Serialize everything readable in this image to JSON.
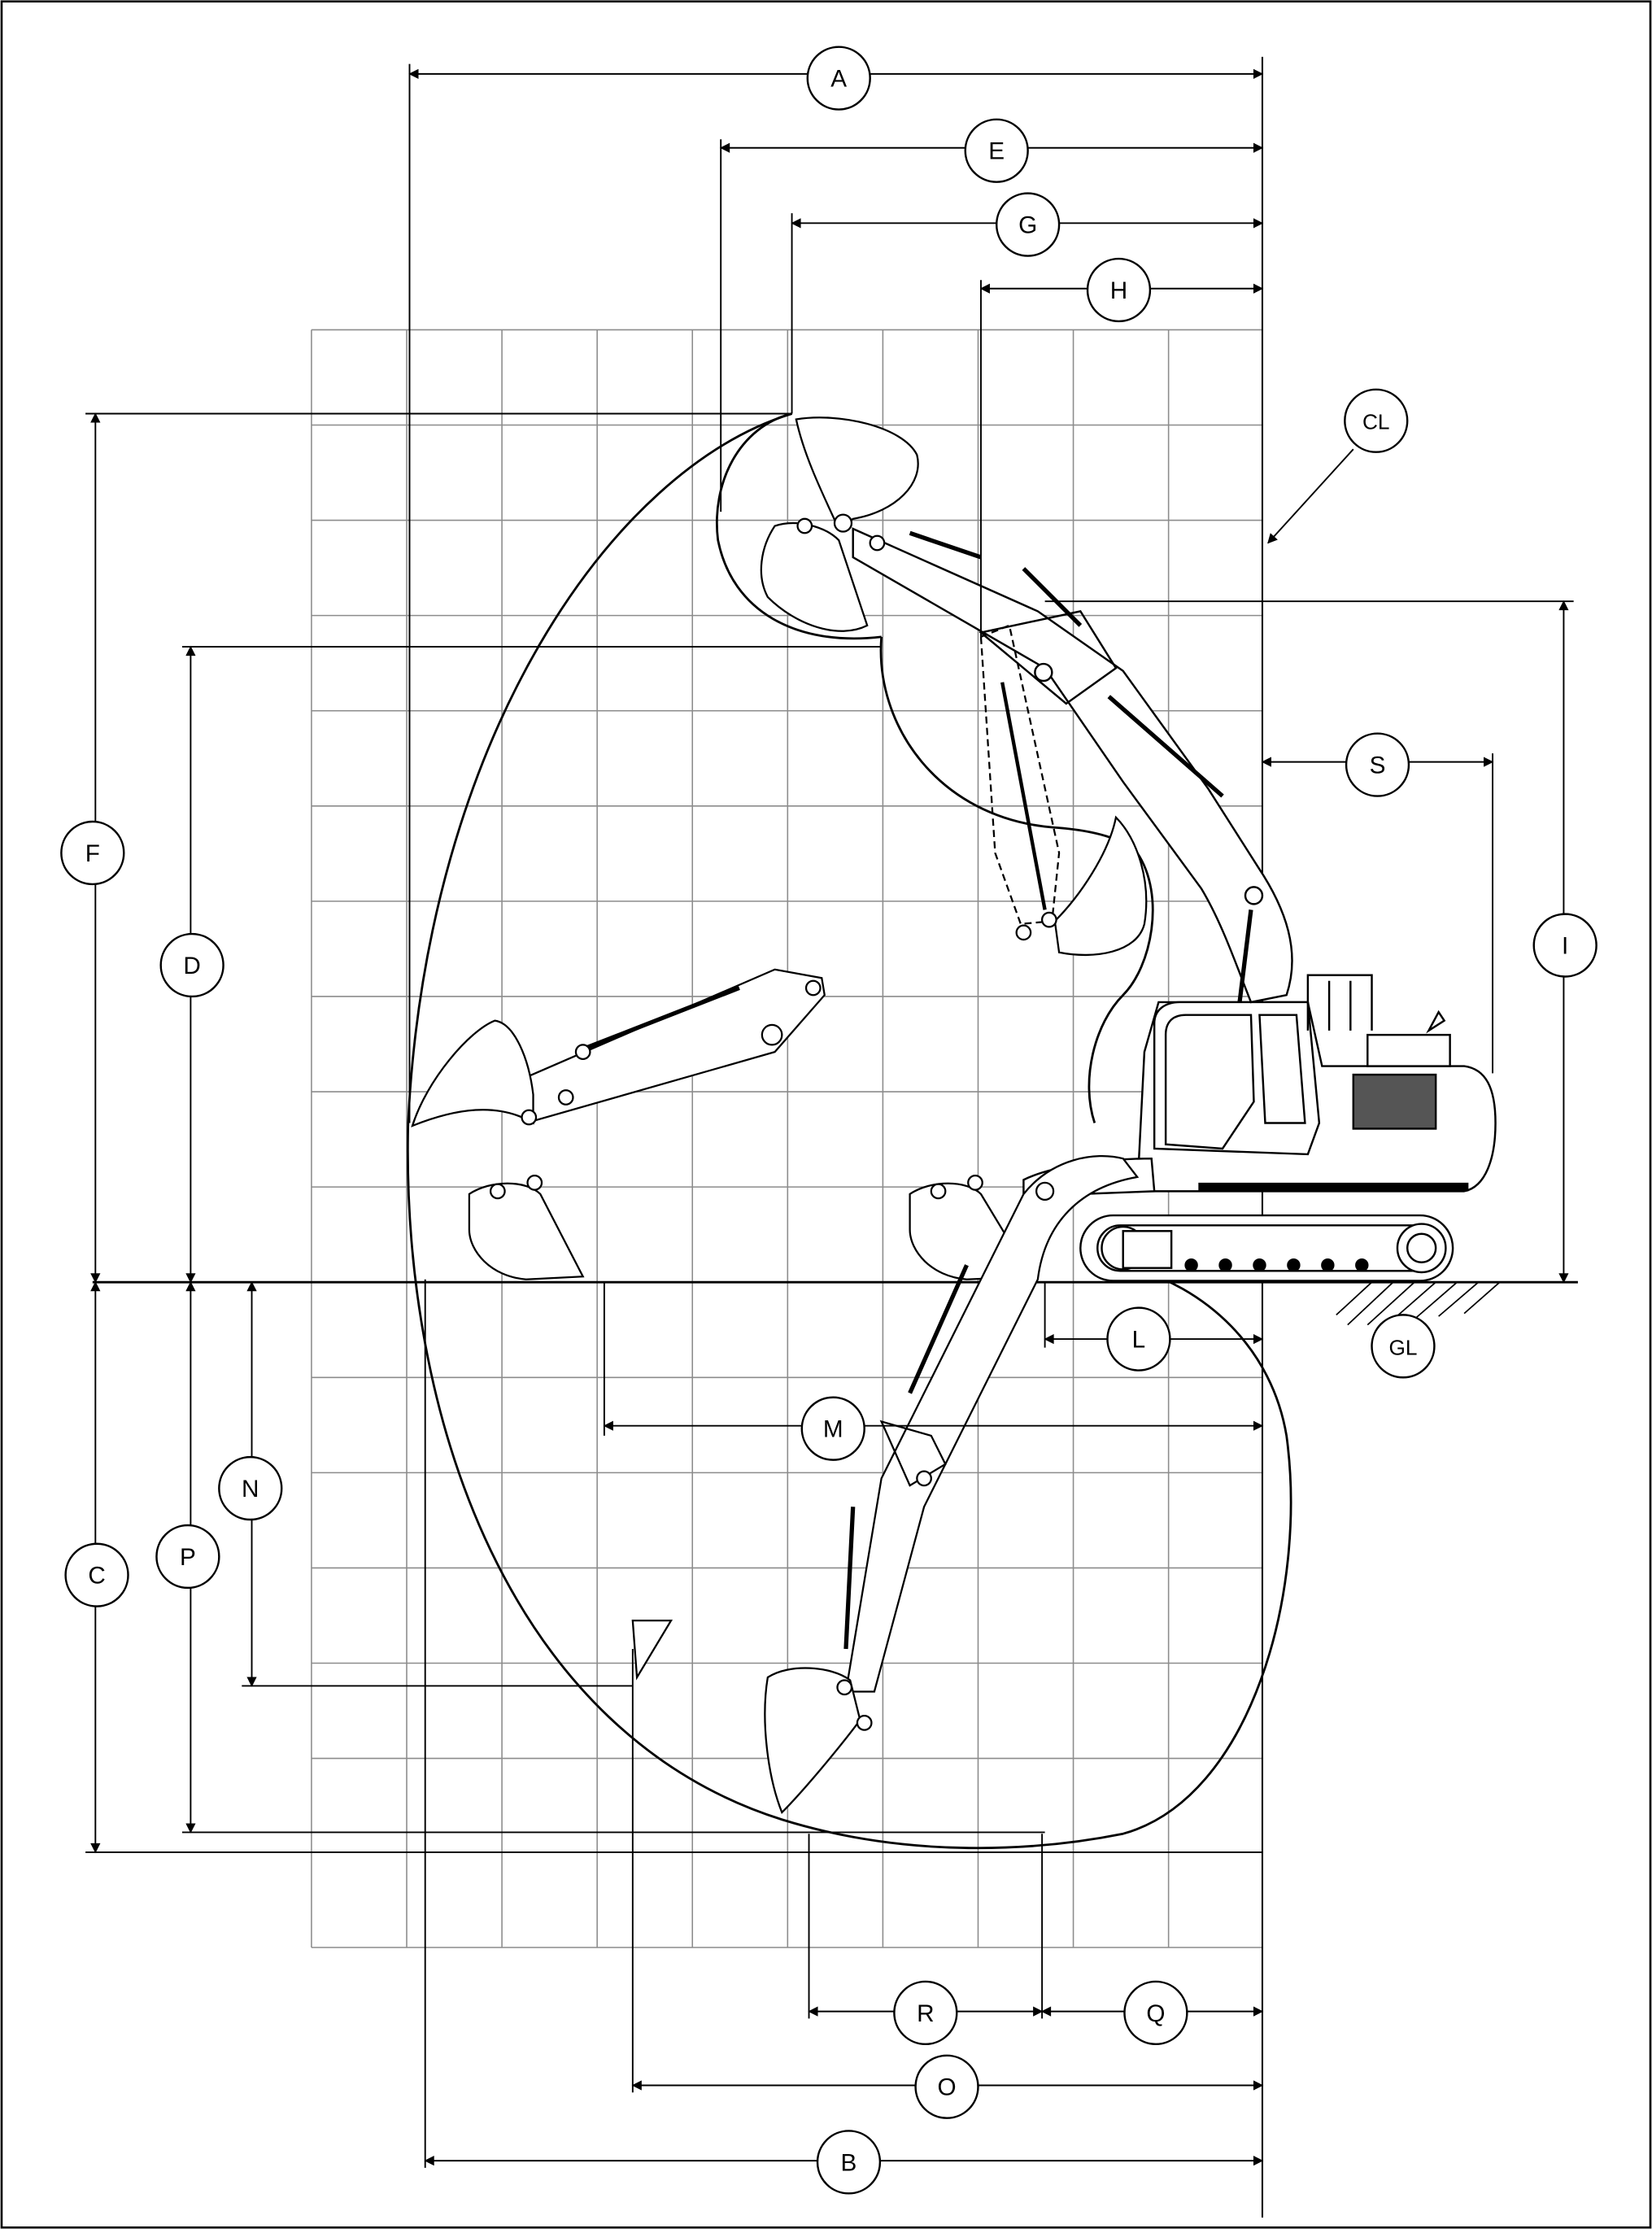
{
  "diagram": {
    "callouts": {
      "A": "A",
      "B": "B",
      "C": "C",
      "D": "D",
      "E": "E",
      "F": "F",
      "G": "G",
      "H": "H",
      "I": "I",
      "L": "L",
      "M": "M",
      "N": "N",
      "O": "O",
      "P": "P",
      "Q": "Q",
      "R": "R",
      "S": "S",
      "CL": "CL",
      "GL": "GL"
    }
  },
  "colors": {
    "ink": "#000000",
    "grid": "#8c8c8c",
    "paper": "#ffffff"
  }
}
